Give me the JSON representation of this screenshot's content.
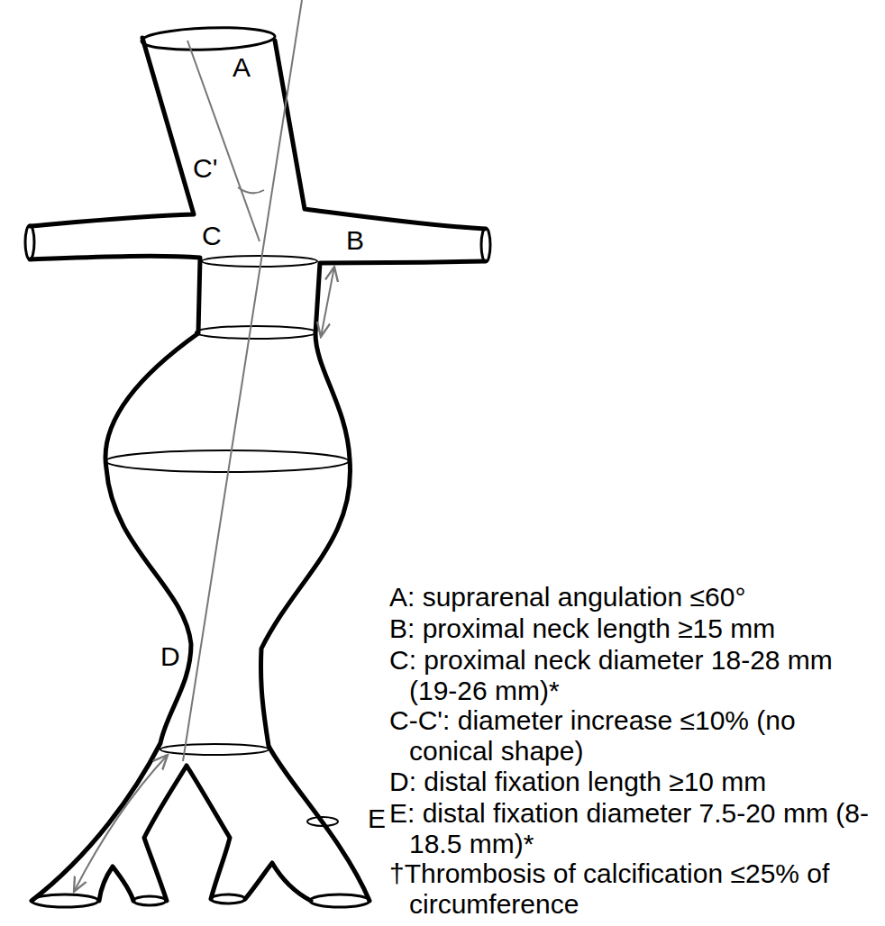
{
  "diagram": {
    "labels": [
      "A",
      "C'",
      "C",
      "B",
      "D",
      "E",
      "A: suprarenal angulation ≤60°",
      "B: proximal neck length ≥15 mm",
      "C: proximal neck diameter 18-28 mm (19-26 mm)*",
      "C-C': diameter increase ≤10% (no conical shape)",
      "D: distal fixation length ≥10 mm",
      "E: distal fixation diameter 7.5-20 mm (8-18.5 mm)*",
      "†Thrombosis of calcification ≤25% of circumference"
    ]
  }
}
